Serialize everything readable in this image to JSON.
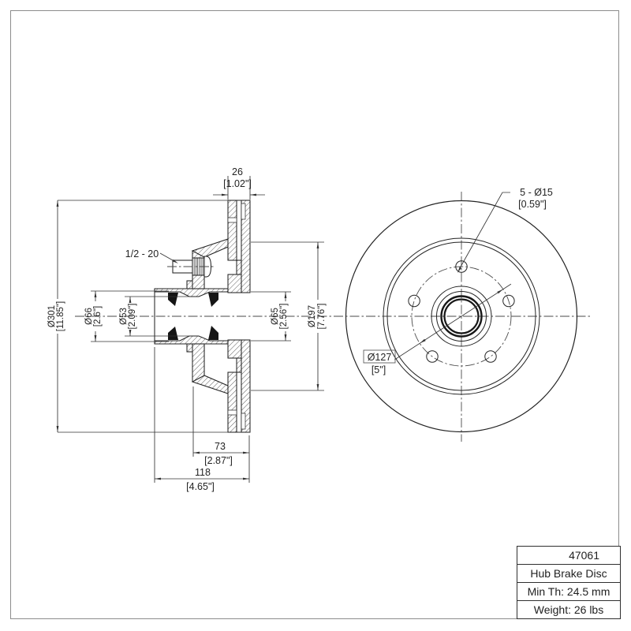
{
  "drawing": {
    "type": "engineering-drawing",
    "line_color": "#2d2d2d",
    "background": "#ffffff",
    "border_color": "#8c8c8c"
  },
  "dimensions": {
    "disc_thickness": {
      "mm": "26",
      "inch": "[1.02\"]"
    },
    "outer_diameter": {
      "mm": "Ø301",
      "inch": "[11.85\"]"
    },
    "hub_bore_left": {
      "mm": "Ø66",
      "inch": "[2.6\"]"
    },
    "hub_bore_center": {
      "mm": "Ø53",
      "inch": "[2.09\"]"
    },
    "hub_bore_right": {
      "mm": "Ø65",
      "inch": "[2.56\"]"
    },
    "friction_inner_diameter": {
      "mm": "Ø197",
      "inch": "[7.76\"]"
    },
    "stud_thread": {
      "label": "1/2 - 20"
    },
    "bolt_holes": {
      "mm": "5 - Ø15",
      "inch": "[0.59\"]"
    },
    "bolt_circle_diameter": {
      "mm": "Ø127",
      "inch": "[5\"]"
    },
    "hat_depth": {
      "mm": "73",
      "inch": "[2.87\"]"
    },
    "overall_width": {
      "mm": "118",
      "inch": "[4.65\"]"
    }
  },
  "title_block": {
    "part_number": "47061",
    "part_name": "Hub Brake Disc",
    "min_thickness": "Min Th: 24.5 mm",
    "weight": "Weight: 26 lbs"
  }
}
